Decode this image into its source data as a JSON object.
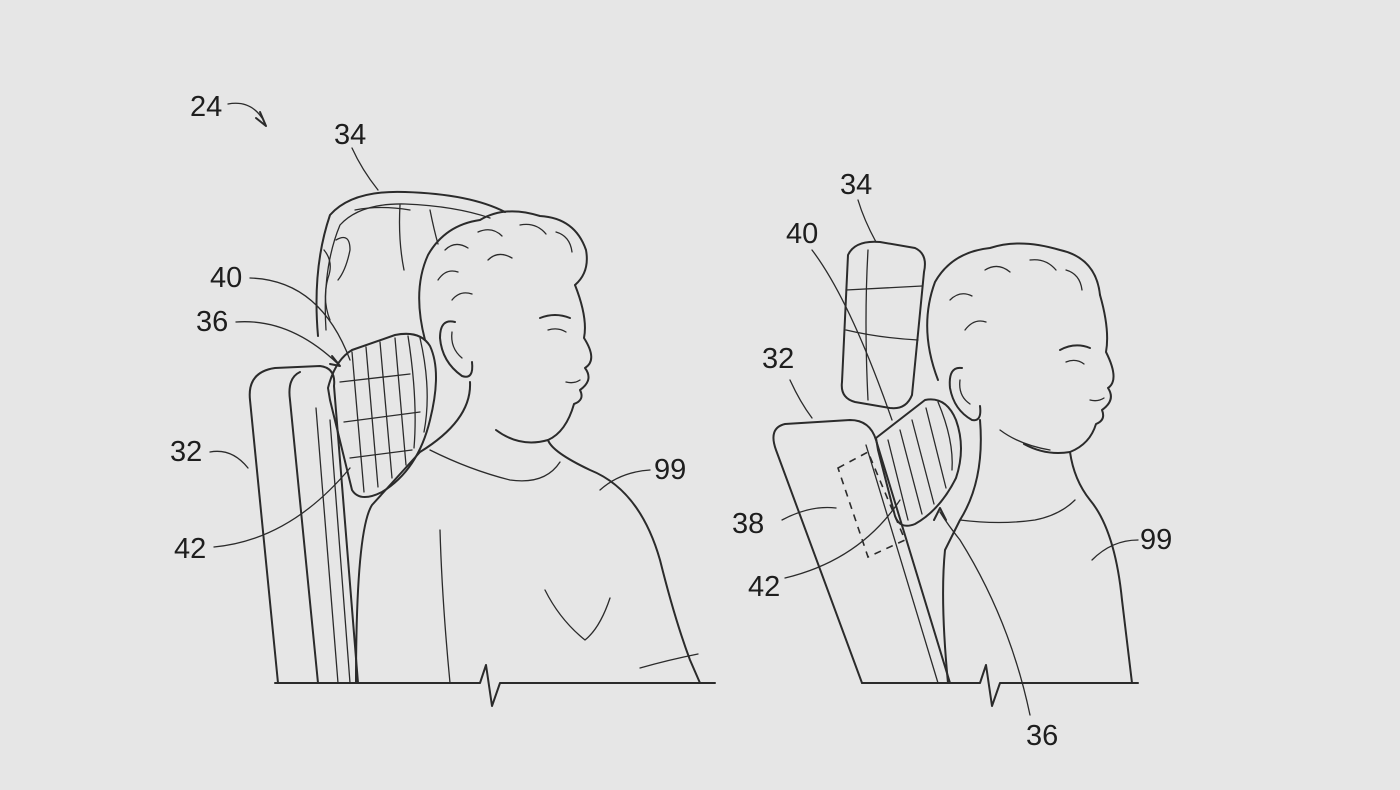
{
  "figure": {
    "left": {
      "ref_24": "24",
      "ref_34": "34",
      "ref_40": "40",
      "ref_36": "36",
      "ref_32": "32",
      "ref_42": "42",
      "ref_99": "99"
    },
    "right": {
      "ref_34": "34",
      "ref_40": "40",
      "ref_32": "32",
      "ref_38": "38",
      "ref_42": "42",
      "ref_99": "99",
      "ref_36": "36"
    }
  }
}
